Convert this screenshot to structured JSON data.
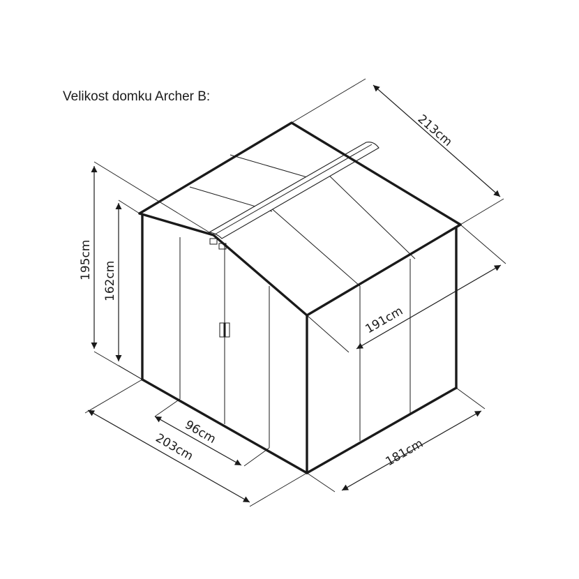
{
  "title": "Velikost domku Archer B:",
  "dimensions": {
    "depth": "213cm",
    "side_wall": "191cm",
    "height_total": "195cm",
    "height_wall": "162cm",
    "door_width": "96cm",
    "front_width": "203cm",
    "side_width": "181cm"
  },
  "colors": {
    "line": "#1a1a1a",
    "background": "#ffffff"
  }
}
